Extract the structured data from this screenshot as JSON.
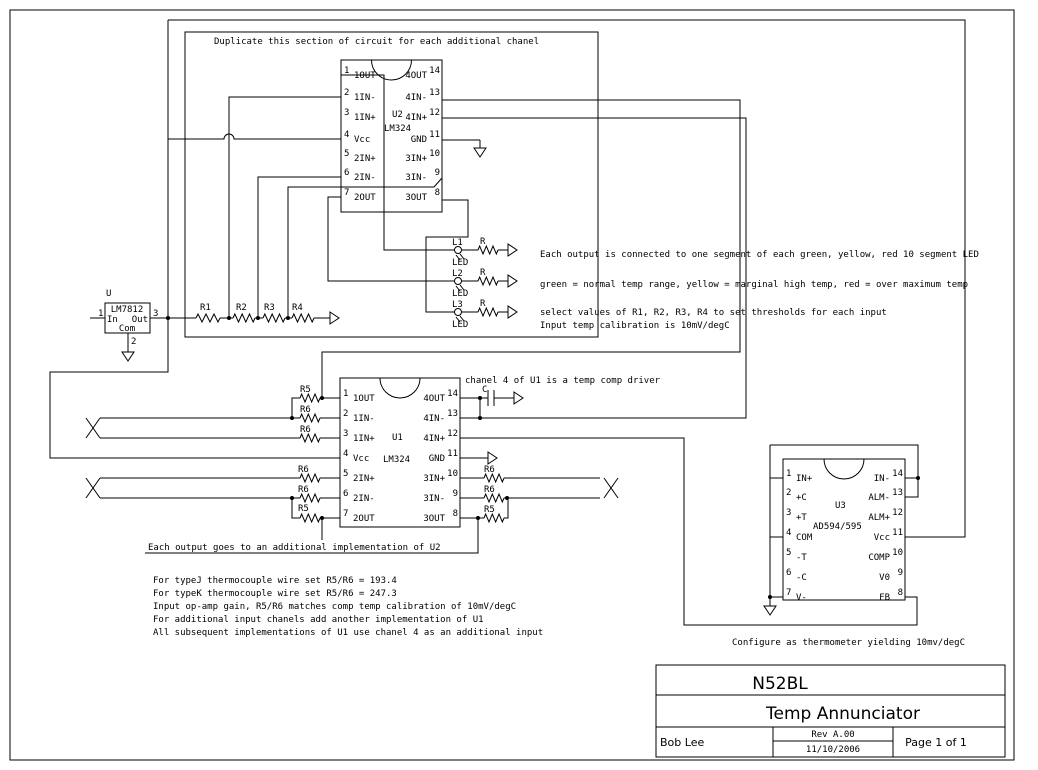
{
  "section_note": "Duplicate this section of circuit for each additional chanel",
  "u2": {
    "ref": "U2",
    "part": "LM324",
    "left_pins": [
      {
        "num": "1",
        "name": "1OUT"
      },
      {
        "num": "2",
        "name": "1IN-"
      },
      {
        "num": "3",
        "name": "1IN+"
      },
      {
        "num": "4",
        "name": "Vcc"
      },
      {
        "num": "5",
        "name": "2IN+"
      },
      {
        "num": "6",
        "name": "2IN-"
      },
      {
        "num": "7",
        "name": "2OUT"
      }
    ],
    "right_pins": [
      {
        "num": "14",
        "name": "4OUT"
      },
      {
        "num": "13",
        "name": "4IN-"
      },
      {
        "num": "12",
        "name": "4IN+"
      },
      {
        "num": "11",
        "name": "GND"
      },
      {
        "num": "10",
        "name": "3IN+"
      },
      {
        "num": "9",
        "name": "3IN-"
      },
      {
        "num": "8",
        "name": "3OUT"
      }
    ]
  },
  "u1": {
    "ref": "U1",
    "part": "LM324",
    "left_pins": [
      {
        "num": "1",
        "name": "1OUT"
      },
      {
        "num": "2",
        "name": "1IN-"
      },
      {
        "num": "3",
        "name": "1IN+"
      },
      {
        "num": "4",
        "name": "Vcc"
      },
      {
        "num": "5",
        "name": "2IN+"
      },
      {
        "num": "6",
        "name": "2IN-"
      },
      {
        "num": "7",
        "name": "2OUT"
      }
    ],
    "right_pins": [
      {
        "num": "14",
        "name": "4OUT"
      },
      {
        "num": "13",
        "name": "4IN-"
      },
      {
        "num": "12",
        "name": "4IN+"
      },
      {
        "num": "11",
        "name": "GND"
      },
      {
        "num": "10",
        "name": "3IN+"
      },
      {
        "num": "9",
        "name": "3IN-"
      },
      {
        "num": "8",
        "name": "3OUT"
      }
    ]
  },
  "u3": {
    "ref": "U3",
    "part": "AD594/595",
    "left_pins": [
      {
        "num": "1",
        "name": "IN+"
      },
      {
        "num": "2",
        "name": "+C"
      },
      {
        "num": "3",
        "name": "+T"
      },
      {
        "num": "4",
        "name": "COM"
      },
      {
        "num": "5",
        "name": "-T"
      },
      {
        "num": "6",
        "name": "-C"
      },
      {
        "num": "7",
        "name": "V-"
      }
    ],
    "right_pins": [
      {
        "num": "14",
        "name": "IN-"
      },
      {
        "num": "13",
        "name": "ALM-"
      },
      {
        "num": "12",
        "name": "ALM+"
      },
      {
        "num": "11",
        "name": "Vcc"
      },
      {
        "num": "10",
        "name": "COMP"
      },
      {
        "num": "9",
        "name": "V0"
      },
      {
        "num": "8",
        "name": "FB"
      }
    ]
  },
  "regulator": {
    "ref": "U",
    "part": "LM7812",
    "in_label": "In",
    "out_label": "Out",
    "com_label": "Com",
    "pin_in": "1",
    "pin_out": "3",
    "pin_com": "2"
  },
  "divider_resistors": [
    "R1",
    "R2",
    "R3",
    "R4"
  ],
  "leds": [
    {
      "ref": "L1",
      "type": "LED",
      "resistor": "R"
    },
    {
      "ref": "L2",
      "type": "LED",
      "resistor": "R"
    },
    {
      "ref": "L3",
      "type": "LED",
      "resistor": "R"
    }
  ],
  "capacitor": "C",
  "u1_resistors": {
    "fb1": "R5",
    "in1n": "R6",
    "in1p": "R6",
    "in2p": "R6",
    "in2n": "R6",
    "fb2": "R5",
    "in3p": "R6",
    "in3n": "R6",
    "fb3": "R5"
  },
  "notes": {
    "led_output": "Each output is connected to one segment of each green, yellow, red 10 segment LED",
    "colors": "green = normal temp range, yellow = marginal high temp, red = over maximum temp",
    "thresholds": "select values of R1, R2, R3, R4 to set thresholds for each input",
    "calibration": "Input temp calibration is 10mV/degC",
    "temp_comp": "chanel 4 of U1 is a temp comp driver",
    "u1_outputs": "Each output goes to an additional implementation of U2",
    "bottom": [
      "For typeJ thermocouple wire set R5/R6 = 193.4",
      "For typeK thermocouple wire set R5/R6 = 247.3",
      "Input op-amp gain, R5/R6 matches comp temp calibration of 10mV/degC",
      "For additional input chanels add another implementation of U1",
      "All subsequent implementations of U1 use chanel 4 as an additional input"
    ],
    "u3_config": "Configure as thermometer yielding 10mv/degC"
  },
  "title_block": {
    "company": "N52BL",
    "title": "Temp Annunciator",
    "author": "Bob Lee",
    "revision": "Rev A.00",
    "date": "11/10/2006",
    "page": "Page 1 of 1"
  }
}
